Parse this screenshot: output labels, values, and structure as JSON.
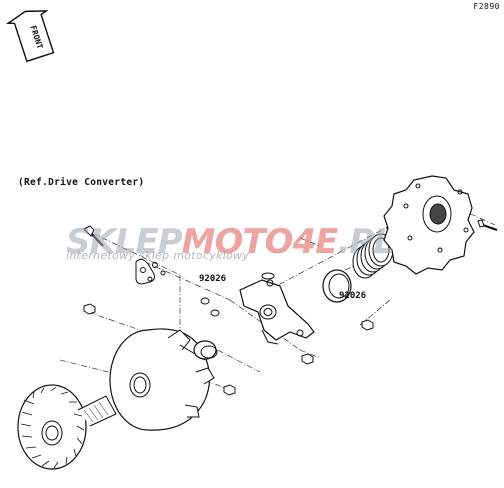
{
  "figure_id": "F2890",
  "front_label": "FRONT",
  "ref_note": "(Ref.Drive Converter)",
  "part_numbers": {
    "left": "92026",
    "right": "92026"
  },
  "watermark": {
    "part1": "SKLEP",
    "part2": "MOTO",
    "part3": "4E",
    "part4": ".PL",
    "subtitle": "internetowy sklep motocyklowy",
    "colors": {
      "grey": "#9aa7b1",
      "red": "#e15b55"
    }
  }
}
